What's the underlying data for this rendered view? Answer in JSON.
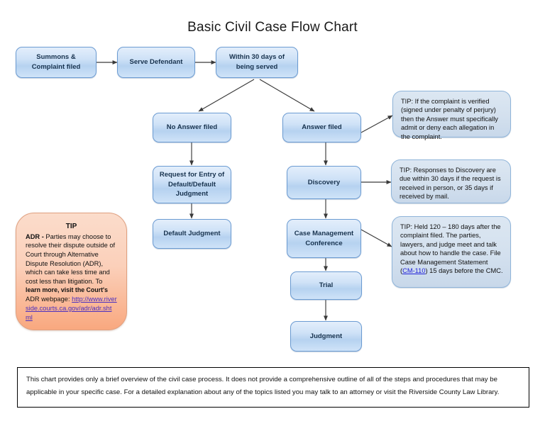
{
  "title": "Basic Civil Case Flow Chart",
  "nodes": {
    "summons": "Summons &\nComplaint filed",
    "serve": "Serve Defendant",
    "within30": "Within 30 days of\nbeing served",
    "no_answer": "No Answer filed",
    "answer": "Answer filed",
    "request_default": "Request for Entry of\nDefault/Default\nJudgment",
    "default_judgment": "Default Judgment",
    "discovery": "Discovery",
    "cmc": "Case Management\nConference",
    "trial": "Trial",
    "judgment": "Judgment"
  },
  "tips": {
    "answer_tip": "TIP:  If the complaint is verified (signed under penalty of perjury) then the Answer must specifically admit or deny each allegation in the complaint.",
    "discovery_tip": "TIP: Responses to Discovery are due within 30 days if the request is received in person, or 35 days if received by mail.",
    "cmc_tip_part1": "TIP: Held 120 – 180 days after the complaint filed.  The parties, lawyers, and judge meet and talk about how to handle the case. File Case Management Statement (",
    "cmc_tip_link": "CM-110",
    "cmc_tip_part2": ") 15 days before the CMC."
  },
  "adr": {
    "heading": "TIP",
    "label": "ADR -",
    "body_1": " Parties may choose to resolve their dispute outside of Court through Alternative Dispute Resolution (ADR),",
    "body_2": " which can take less time and cost less than litigation. To",
    "body_3": "learn more, visit the Court's",
    "body_4": " ADR webpage:",
    "url": "http://www.riverside.courts.ca.gov/adr/adr.shtml"
  },
  "disclaimer": {
    "text": "This chart provides only a brief overview of the civil case process.  It does not provide a comprehensive outline of all of the steps and procedures that may be applicable in your specific case.  For a detailed explanation about any of the topics listed you may talk to an attorney or visit the Riverside County Law Library."
  },
  "colors": {
    "box_fill": "#cfe2f7",
    "box_border": "#6b9bd2",
    "tip_fill": "#d3e0ee",
    "adr_fill": "#fbd0ba",
    "link": "#4b2fc0",
    "connector": "#3a3a3a"
  }
}
